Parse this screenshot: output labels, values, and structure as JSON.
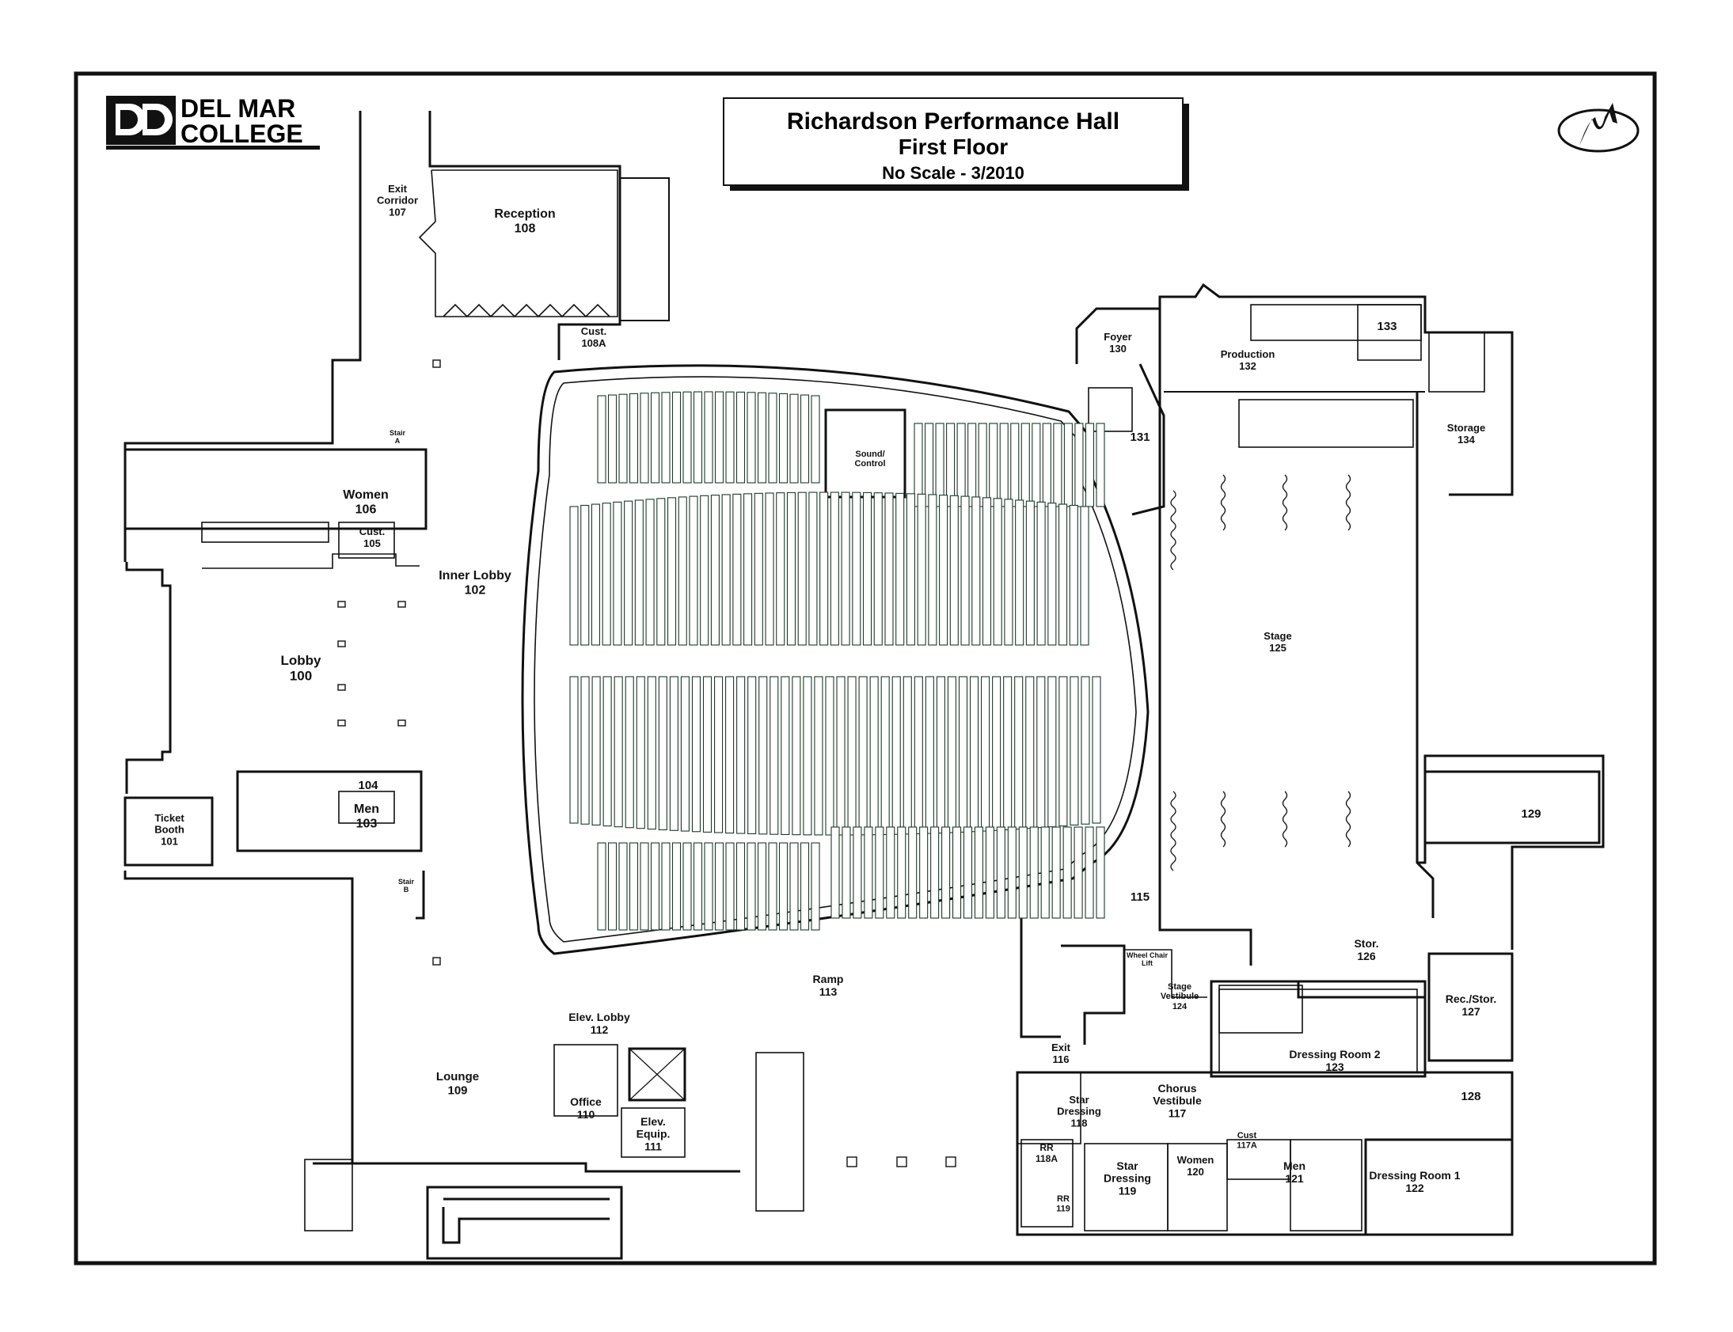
{
  "logo": {
    "line1": "DEL MAR",
    "line2": "COLLEGE"
  },
  "title": {
    "line1": "Richardson Performance Hall",
    "line2": "First Floor",
    "line3": "No Scale - 3/2010"
  },
  "rooms": [
    {
      "id": "exit-corridor-107",
      "name": "Exit Corridor",
      "number": "107"
    },
    {
      "id": "reception-108",
      "name": "Reception",
      "number": "108"
    },
    {
      "id": "cust-108a",
      "name": "Cust.",
      "number": "108A"
    },
    {
      "id": "stair-a",
      "name": "Stair A",
      "number": ""
    },
    {
      "id": "women-106",
      "name": "Women",
      "number": "106"
    },
    {
      "id": "cust-105",
      "name": "Cust.",
      "number": "105"
    },
    {
      "id": "inner-lobby-102",
      "name": "Inner Lobby",
      "number": "102"
    },
    {
      "id": "lobby-100",
      "name": "Lobby",
      "number": "100"
    },
    {
      "id": "room-104",
      "name": "",
      "number": "104"
    },
    {
      "id": "men-103",
      "name": "Men",
      "number": "103"
    },
    {
      "id": "ticket-booth-101",
      "name": "Ticket Booth",
      "number": "101"
    },
    {
      "id": "stair-b",
      "name": "Stair B",
      "number": ""
    },
    {
      "id": "lounge-109",
      "name": "Lounge",
      "number": "109"
    },
    {
      "id": "elev-lobby-112",
      "name": "Elev. Lobby",
      "number": "112"
    },
    {
      "id": "office-110",
      "name": "Office",
      "number": "110"
    },
    {
      "id": "elev-equip-111",
      "name": "Elev. Equip.",
      "number": "111"
    },
    {
      "id": "ramp-113",
      "name": "Ramp",
      "number": "113"
    },
    {
      "id": "sound-control",
      "name": "Sound/ Control",
      "number": ""
    },
    {
      "id": "foyer-130",
      "name": "Foyer",
      "number": "130"
    },
    {
      "id": "room-131",
      "name": "",
      "number": "131"
    },
    {
      "id": "production-132",
      "name": "Production",
      "number": "132"
    },
    {
      "id": "room-133",
      "name": "",
      "number": "133"
    },
    {
      "id": "storage-134",
      "name": "Storage",
      "number": "134"
    },
    {
      "id": "stage-125",
      "name": "Stage",
      "number": "125"
    },
    {
      "id": "room-129",
      "name": "",
      "number": "129"
    },
    {
      "id": "room-115",
      "name": "",
      "number": "115"
    },
    {
      "id": "wheel-chair-lift",
      "name": "Wheel Chair Lift",
      "number": ""
    },
    {
      "id": "stage-vestibule-124",
      "name": "Stage Vestibule",
      "number": "124"
    },
    {
      "id": "stor-126",
      "name": "Stor.",
      "number": "126"
    },
    {
      "id": "rec-stor-127",
      "name": "Rec./Stor.",
      "number": "127"
    },
    {
      "id": "dressing-room-2-123",
      "name": "Dressing Room 2",
      "number": "123"
    },
    {
      "id": "exit-116",
      "name": "Exit",
      "number": "116"
    },
    {
      "id": "star-dressing-118",
      "name": "Star Dressing",
      "number": "118"
    },
    {
      "id": "chorus-vestibule-117",
      "name": "Chorus Vestibule",
      "number": "117"
    },
    {
      "id": "room-128",
      "name": "",
      "number": "128"
    },
    {
      "id": "rr-118a",
      "name": "RR",
      "number": "118A"
    },
    {
      "id": "rr-119",
      "name": "RR",
      "number": "119"
    },
    {
      "id": "star-dressing-119",
      "name": "Star Dressing",
      "number": "119"
    },
    {
      "id": "women-120",
      "name": "Women",
      "number": "120"
    },
    {
      "id": "cust-117a",
      "name": "Cust",
      "number": "117A"
    },
    {
      "id": "men-121",
      "name": "Men",
      "number": "121"
    },
    {
      "id": "dressing-room-1-122",
      "name": "Dressing Room 1",
      "number": "122"
    }
  ]
}
